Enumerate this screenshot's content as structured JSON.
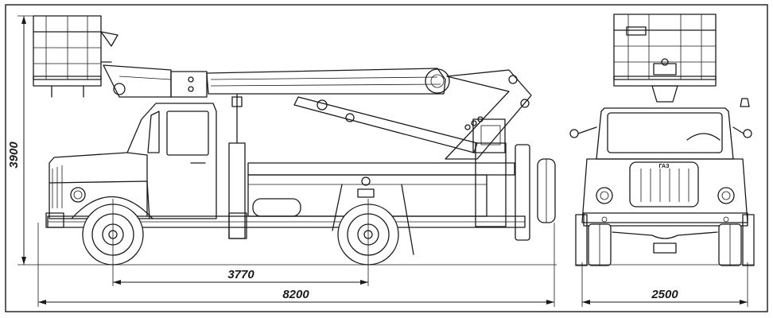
{
  "dimensions": {
    "height": "3900",
    "wheelbase": "3770",
    "overall_length": "8200",
    "overall_width": "2500"
  },
  "brand_label": "ГАЗ"
}
